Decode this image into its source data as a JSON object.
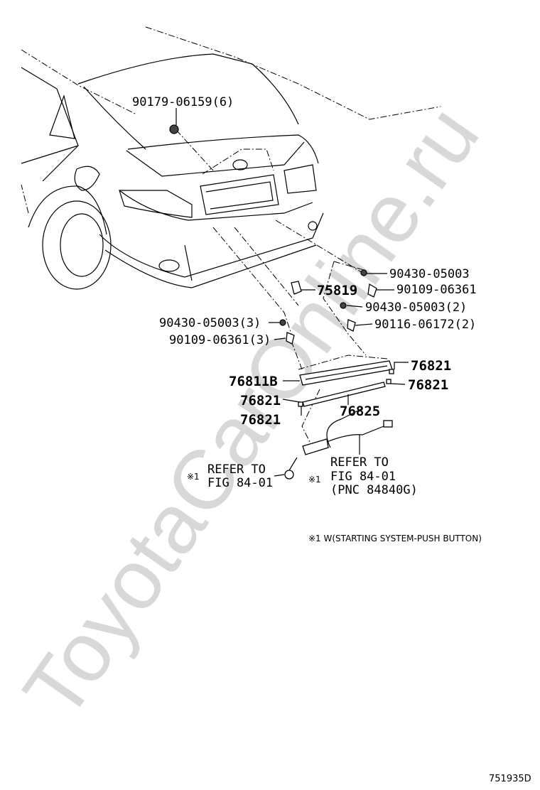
{
  "watermark": "ToyotaCarOnline.ru",
  "labels": {
    "p90179": "90179-06159(6)",
    "p90430a": "90430-05003",
    "p75819": "75819",
    "p90109a": "90109-06361",
    "p90430b": "90430-05003(2)",
    "p90430c": "90430-05003(3)",
    "p90116": "90116-06172(2)",
    "p90109b": "90109-06361(3)",
    "p76821a": "76821",
    "p76811b": "76811B",
    "p76821b": "76821",
    "p76821c": "76821",
    "p76825": "76825",
    "p76821d": "76821"
  },
  "refer_left": {
    "mark": "※1",
    "line1": "REFER TO",
    "line2": "FIG 84-01"
  },
  "refer_right": {
    "mark": "※1",
    "line1": "REFER TO",
    "line2": "FIG 84-01",
    "line3": "(PNC 84840G)"
  },
  "footnote": "※1 W(STARTING SYSTEM-PUSH BUTTON)",
  "figure_code": "751935D"
}
